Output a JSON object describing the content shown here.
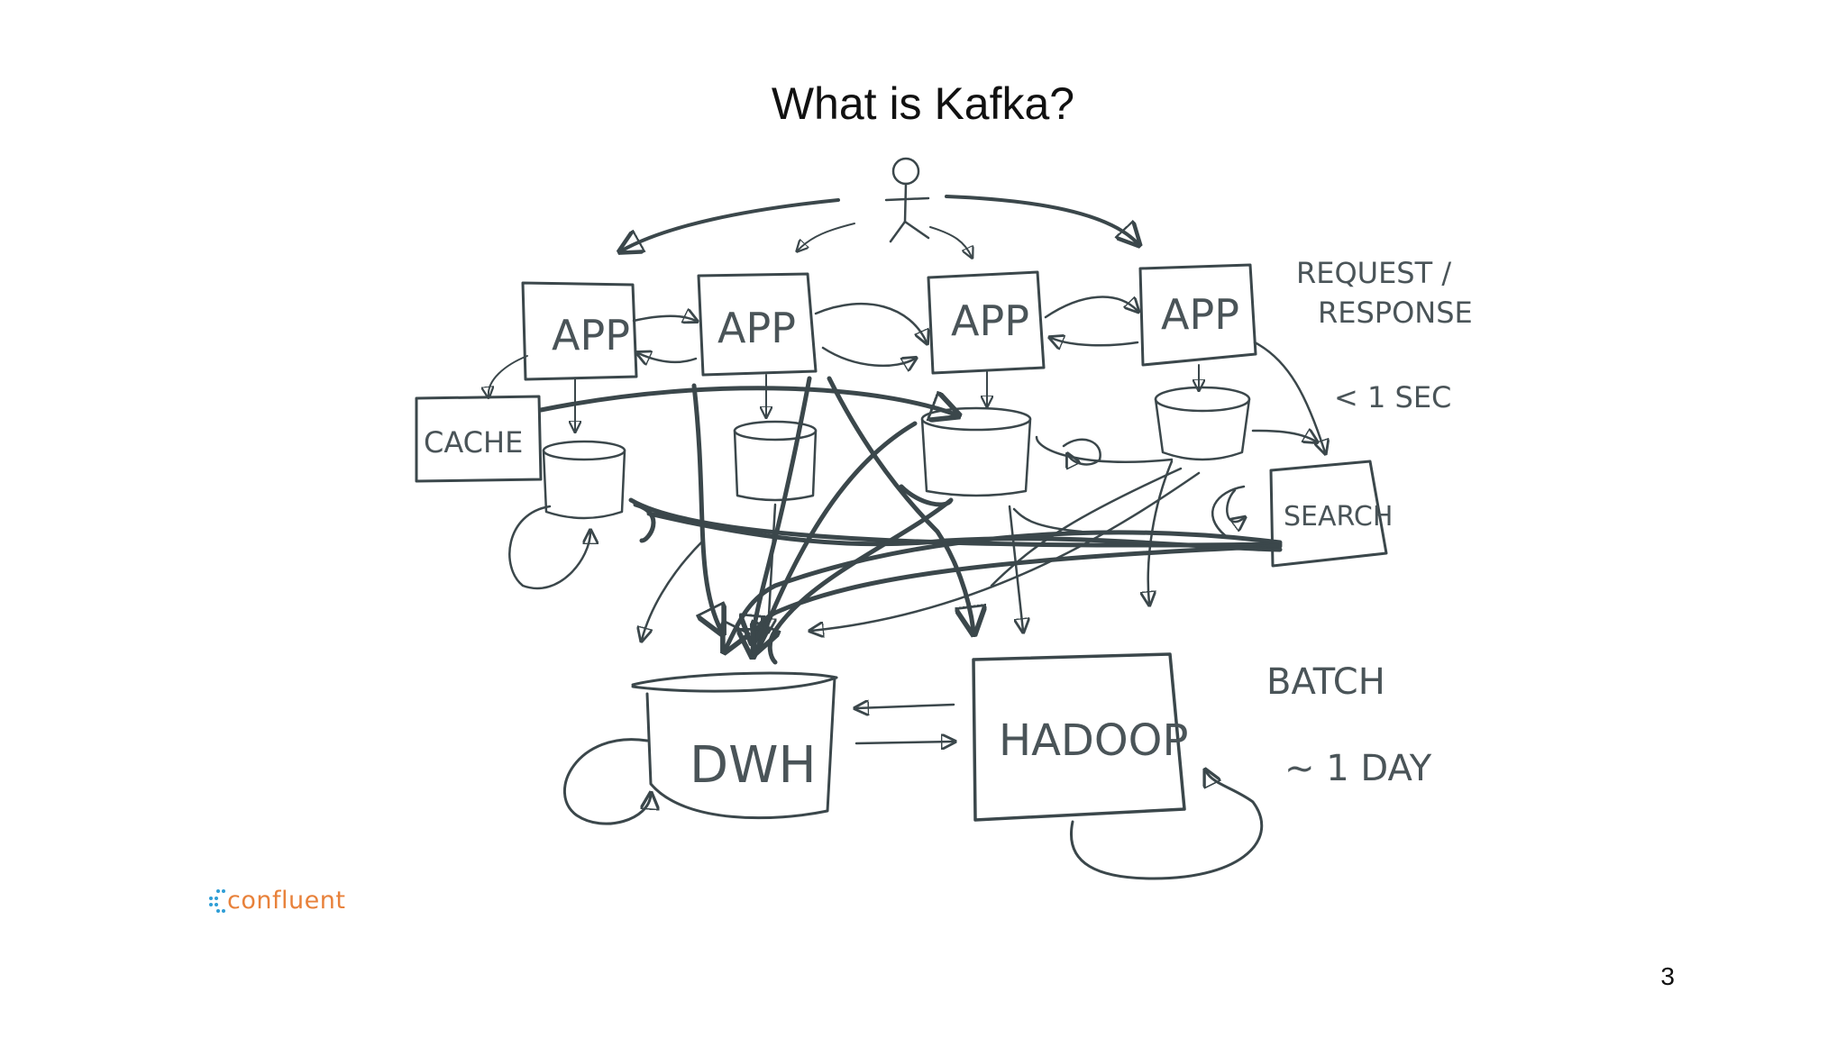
{
  "slide": {
    "title": "What is Kafka?",
    "page_number": "3",
    "logo": {
      "text": "confluent",
      "icon": "confluent-dots-icon",
      "color": "#e8813a"
    }
  },
  "sketch": {
    "ink_color": "#3b474b",
    "nodes": {
      "app_label": "APP",
      "cache": "CACHE",
      "search": "SEARCH",
      "dwh": "DWH",
      "hadoop": "HADOOP"
    },
    "notes": {
      "request_line1": "REQUEST /",
      "request_line2": "RESPONSE",
      "request_latency": "< 1 SEC",
      "batch": "BATCH",
      "batch_latency": "~ 1 DAY"
    }
  }
}
